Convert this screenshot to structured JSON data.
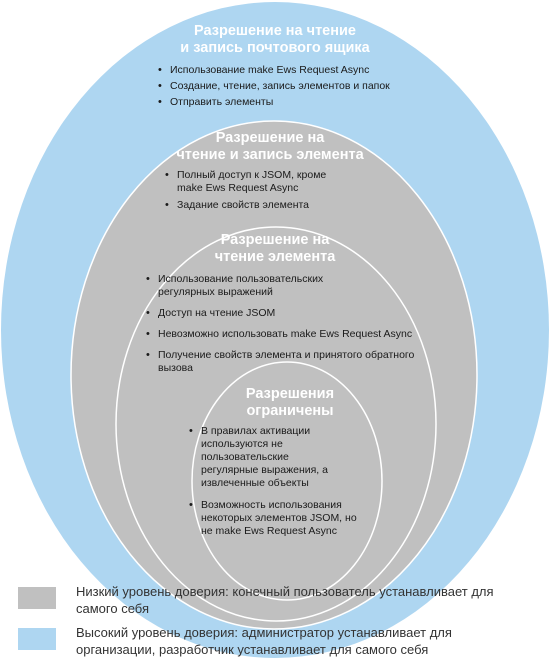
{
  "colors": {
    "high_trust": "#aed6f1",
    "low_trust": "#c0c0c0",
    "circle_stroke": "#ffffff",
    "title_text": "#ffffff"
  },
  "levels": [
    {
      "title_line1": "Разрешение на чтение",
      "title_line2": "и запись почтового ящика",
      "items": [
        "Использование make Ews Request Async",
        "Создание, чтение, запись элементов и папок",
        "Отправить элементы"
      ]
    },
    {
      "title_line1": "Разрешение на",
      "title_line2": "чтение и запись элемента",
      "items": [
        "Полный доступ к JSOM, кроме make Ews Request Async",
        "Задание свойств элемента"
      ]
    },
    {
      "title_line1": "Разрешение на",
      "title_line2": "чтение элемента",
      "items": [
        "Использование пользовательских регулярных выражений",
        "Доступ на чтение JSOM",
        "Невозможно использовать make Ews Request Async",
        "Получение свойств элемента и принятого обратного вызова"
      ]
    },
    {
      "title_line1": "Разрешения",
      "title_line2": "ограничены",
      "items": [
        "В правилах активации используются не пользовательские регулярные выражения, а извлеченные объекты",
        "Возможность использования некоторых элементов JSOM, но не make Ews Request Async"
      ]
    }
  ],
  "legend": {
    "low": "Низкий уровень доверия: конечный пользователь устанавливает для самого себя",
    "high": "Высокий уровень доверия: администратор устанавливает для организации, разработчик устанавливает для самого себя"
  }
}
